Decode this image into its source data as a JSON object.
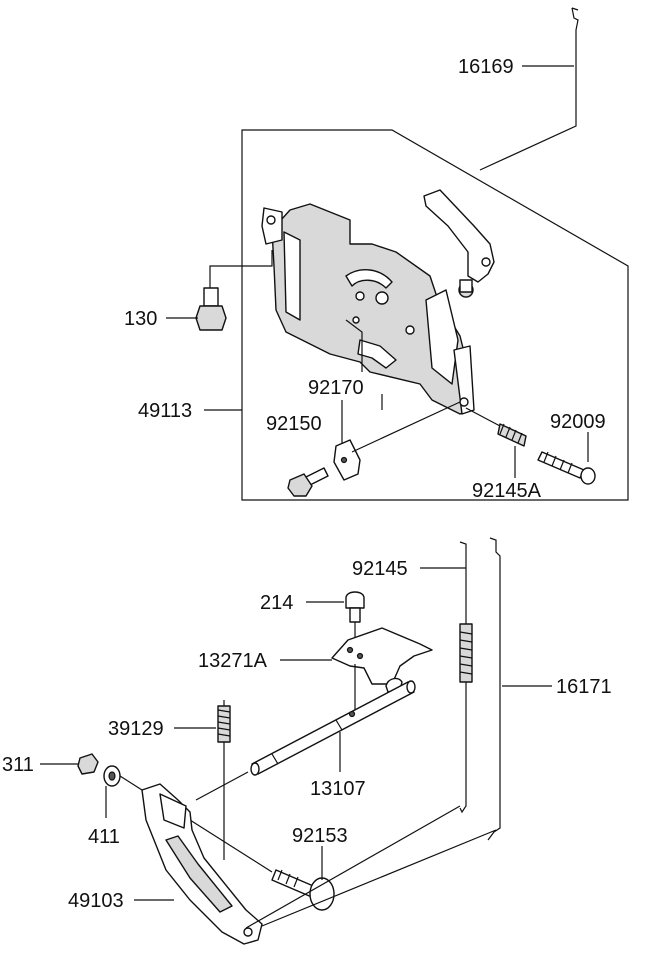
{
  "labels": {
    "p16169": "16169",
    "p130": "130",
    "p49113": "49113",
    "p92170": "92170",
    "p92150": "92150",
    "p92009": "92009",
    "p92145A": "92145A",
    "p92145": "92145",
    "p214": "214",
    "p13271A": "13271A",
    "p16171": "16171",
    "p39129": "39129",
    "p311": "311",
    "p13107": "13107",
    "p411": "411",
    "p92153": "92153",
    "p49103": "49103"
  }
}
